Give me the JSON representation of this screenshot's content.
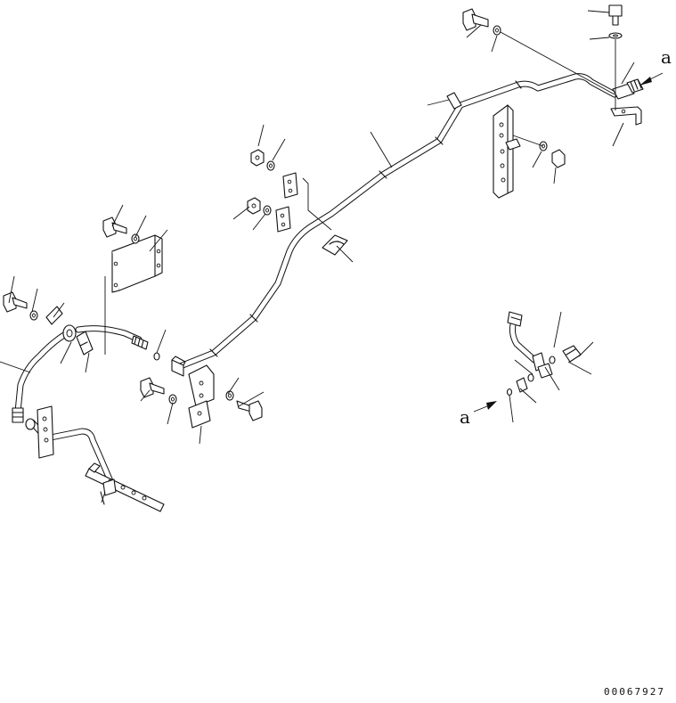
{
  "diagram": {
    "reference_marks": [
      "a",
      "a"
    ],
    "drawing_number": "00067927"
  }
}
